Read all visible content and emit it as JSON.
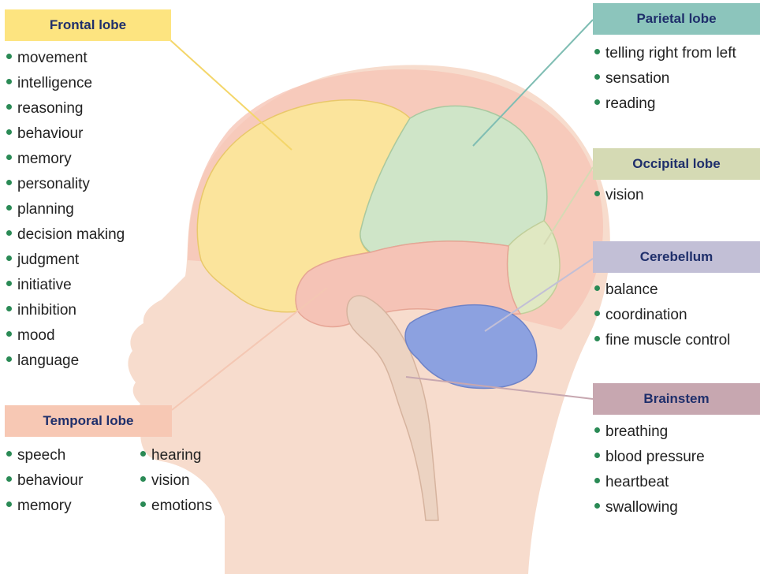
{
  "colors": {
    "head": "#f7dccd",
    "scalp": "#f6c6b6",
    "frontal": "#fbe49c",
    "parietal": "#cfe5c8",
    "occipital": "#e0e8c2",
    "temporal": "#f5c3b6",
    "cerebellum": "#8ca1e0",
    "brainstem": "#ecd3c2",
    "bullet": "#2a8a55",
    "title_text": "#1f2f6b"
  },
  "regions": {
    "frontal": {
      "title": "Frontal lobe",
      "box_color": "#fde480",
      "items": [
        "movement",
        "intelligence",
        "reasoning",
        "behaviour",
        "memory",
        "personality",
        "planning",
        "decision making",
        "judgment",
        "initiative",
        "inhibition",
        "mood",
        "language"
      ]
    },
    "parietal": {
      "title": "Parietal lobe",
      "box_color": "#8cc5bc",
      "items": [
        "telling right from left",
        "sensation",
        "reading"
      ]
    },
    "occipital": {
      "title": "Occipital lobe",
      "box_color": "#d5dab4",
      "items": [
        "vision"
      ]
    },
    "cerebellum": {
      "title": "Cerebellum",
      "box_color": "#c2bfd6",
      "items": [
        "balance",
        "coordination",
        "fine muscle control"
      ]
    },
    "brainstem": {
      "title": "Brainstem",
      "box_color": "#c7a7b0",
      "items": [
        "breathing",
        "blood pressure",
        "heartbeat",
        "swallowing"
      ]
    },
    "temporal": {
      "title": "Temporal lobe",
      "box_color": "#f7c8b4",
      "items_left": [
        "speech",
        "behaviour",
        "memory"
      ],
      "items_right": [
        "hearing",
        "vision",
        "emotions"
      ]
    }
  }
}
